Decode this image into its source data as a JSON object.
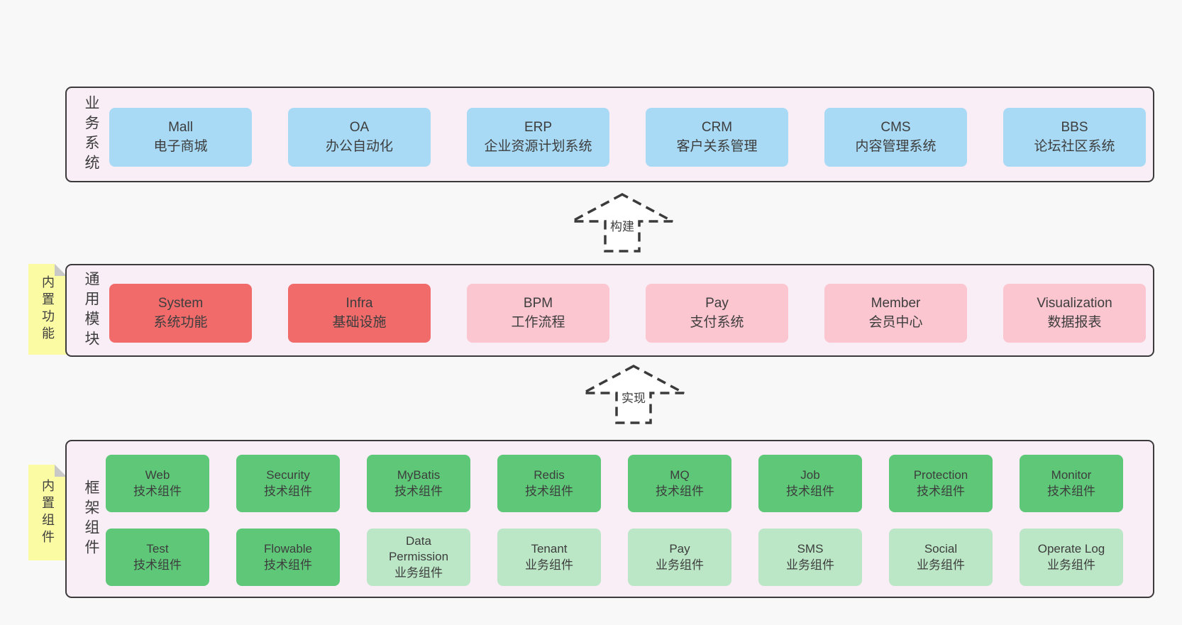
{
  "colors": {
    "page_bg": "#f8f8f8",
    "layer_bg": "#f9edf6",
    "line": "#3b3b3b",
    "text": "#3d3d3d",
    "blue": "#a8daf5",
    "red": "#f16b6b",
    "pink": "#fbc6d0",
    "green": "#5ec878",
    "light_green": "#bbe7c6",
    "note_yellow": "#fbfba4",
    "fold_gray": "#c8c8c8"
  },
  "arrows": [
    {
      "label": "构建"
    },
    {
      "label": "实现"
    }
  ],
  "layers": [
    {
      "label": "业务系统",
      "boxes": [
        {
          "en": "Mall",
          "zh": "电子商城",
          "type": "blue"
        },
        {
          "en": "OA",
          "zh": "办公自动化",
          "type": "blue"
        },
        {
          "en": "ERP",
          "zh": "企业资源计划系统",
          "type": "blue"
        },
        {
          "en": "CRM",
          "zh": "客户关系管理",
          "type": "blue"
        },
        {
          "en": "CMS",
          "zh": "内容管理系统",
          "type": "blue"
        },
        {
          "en": "BBS",
          "zh": "论坛社区系统",
          "type": "blue"
        }
      ]
    },
    {
      "label": "通用模块",
      "note": "内置功能",
      "boxes": [
        {
          "en": "System",
          "zh": "系统功能",
          "type": "red"
        },
        {
          "en": "Infra",
          "zh": "基础设施",
          "type": "red"
        },
        {
          "en": "BPM",
          "zh": "工作流程",
          "type": "pink"
        },
        {
          "en": "Pay",
          "zh": "支付系统",
          "type": "pink"
        },
        {
          "en": "Member",
          "zh": "会员中心",
          "type": "pink"
        },
        {
          "en": "Visualization",
          "zh": "数据报表",
          "type": "pink"
        }
      ]
    },
    {
      "label": "框架组件",
      "note": "内置组件",
      "rows": [
        [
          {
            "en": "Web",
            "zh": "技术组件",
            "type": "green"
          },
          {
            "en": "Security",
            "zh": "技术组件",
            "type": "green"
          },
          {
            "en": "MyBatis",
            "zh": "技术组件",
            "type": "green"
          },
          {
            "en": "Redis",
            "zh": "技术组件",
            "type": "green"
          },
          {
            "en": "MQ",
            "zh": "技术组件",
            "type": "green"
          },
          {
            "en": "Job",
            "zh": "技术组件",
            "type": "green"
          },
          {
            "en": "Protection",
            "zh": "技术组件",
            "type": "green"
          },
          {
            "en": "Monitor",
            "zh": "技术组件",
            "type": "green"
          }
        ],
        [
          {
            "en": "Test",
            "zh": "技术组件",
            "type": "green"
          },
          {
            "en": "Flowable",
            "zh": "技术组件",
            "type": "green"
          },
          {
            "en": "Data Permission",
            "zh": "业务组件",
            "type": "light-green"
          },
          {
            "en": "Tenant",
            "zh": "业务组件",
            "type": "light-green"
          },
          {
            "en": "Pay",
            "zh": "业务组件",
            "type": "light-green"
          },
          {
            "en": "SMS",
            "zh": "业务组件",
            "type": "light-green"
          },
          {
            "en": "Social",
            "zh": "业务组件",
            "type": "light-green"
          },
          {
            "en": "Operate Log",
            "zh": "业务组件",
            "type": "light-green"
          }
        ]
      ]
    }
  ]
}
